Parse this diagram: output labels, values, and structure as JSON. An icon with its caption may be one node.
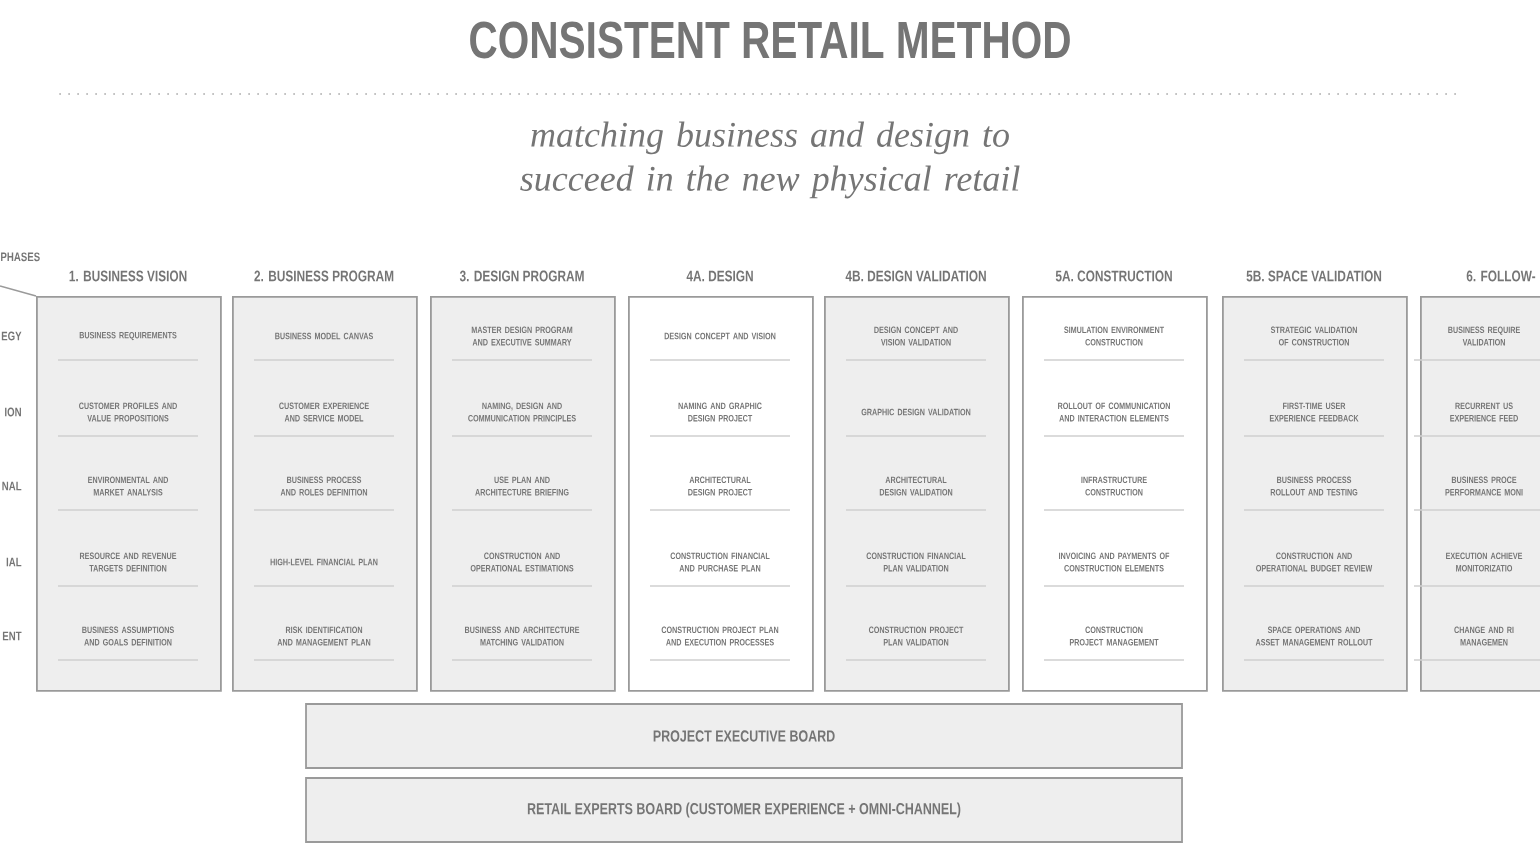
{
  "diagram": {
    "title": "CONSISTENT RETAIL METHOD",
    "caption": "matching business and design to succeed in the new physical retail",
    "nodes": [
      {
        "text": [
          "1. BUSINESS VISION"
        ]
      },
      {
        "text": [
          "BUSINESS REQUIREMENTS"
        ],
        "in": 0
      },
      {
        "text": [
          "CUSTOMER PROFILES AND VALUE PROPOSITIONS"
        ],
        "in": 0
      },
      {
        "text": [
          "ENVIRONMENTAL AND MARKET ANALYSIS"
        ],
        "in": 0
      },
      {
        "text": [
          "RESOURCE AND REVENUE TARGETS DEFINITION"
        ],
        "in": 0
      },
      {
        "text": [
          "BUSINESS ASSUMPTIONS AND GOALS DEFINITION"
        ],
        "in": 0
      },
      {
        "text": [
          "2. BUSINESS PROGRAM"
        ]
      },
      {
        "text": [
          "BUSINESS MODEL CANVAS"
        ],
        "in": 6
      },
      {
        "text": [
          "CUSTOMER EXPERIENCE AND SERVICE MODEL"
        ],
        "in": 6
      },
      {
        "text": [
          "BUSINESS PROCESS AND ROLES DEFINITION"
        ],
        "in": 6
      },
      {
        "text": [
          "HIGH-LEVEL FINANCIAL PLAN"
        ],
        "in": 6
      },
      {
        "text": [
          "RISK IDENTIFICATION AND MANAGEMENT PLAN"
        ],
        "in": 6
      },
      {
        "text": [
          "3. DESIGN PROGRAM"
        ]
      },
      {
        "text": [
          "MASTER DESIGN PROGRAM AND EXECUTIVE SUMMARY"
        ],
        "in": 12
      },
      {
        "text": [
          "NAMING, DESIGN AND COMMUNICATION PRINCIPLES"
        ],
        "in": 12
      },
      {
        "text": [
          "USE PLAN AND ARCHITECTURE BRIEFING"
        ],
        "in": 12
      },
      {
        "text": [
          "CONSTRUCTION AND OPERATIONAL ESTIMATIONS"
        ],
        "in": 12
      },
      {
        "text": [
          "BUSINESS AND ARCHITECTURE MATCHING VALIDATION"
        ],
        "in": 12
      },
      {
        "text": [
          "4A. DESIGN"
        ]
      },
      {
        "text": [
          "DESIGN CONCEPT AND VISION"
        ],
        "in": 18
      },
      {
        "text": [
          "NAMING AND GRAPHIC DESIGN PROJECT"
        ],
        "in": 18
      },
      {
        "text": [
          "ARCHITECTURAL DESIGN PROJECT"
        ],
        "in": 18
      },
      {
        "text": [
          "CONSTRUCTION FINANCIAL AND PURCHASE PLAN"
        ],
        "in": 18
      },
      {
        "text": [
          "CONSTRUCTION PROJECT PLAN AND EXECUTION PROCESSES"
        ],
        "in": 18
      },
      {
        "text": [
          "4B. DESIGN VALIDATION"
        ]
      },
      {
        "text": [
          "DESIGN CONCEPT AND VISION VALIDATION"
        ],
        "in": 24
      },
      {
        "text": [
          "GRAPHIC DESIGN VALIDATION"
        ],
        "in": 24
      },
      {
        "text": [
          "ARCHITECTURAL DESIGN VALIDATION"
        ],
        "in": 24
      },
      {
        "text": [
          "CONSTRUCTION FINANCIAL PLAN VALIDATION"
        ],
        "in": 24
      },
      {
        "text": [
          "CONSTRUCTION PROJECT PLAN VALIDATION"
        ],
        "in": 24
      },
      {
        "text": [
          "5A. CONSTRUCTION"
        ]
      },
      {
        "text": [
          "SIMULATION ENVIRONMENT CONSTRUCTION"
        ],
        "in": 30
      },
      {
        "text": [
          "ROLLOUT OF COMMUNICATION AND INTERACTION ELEMENTS"
        ],
        "in": 30
      },
      {
        "text": [
          "INFRASTRUCTURE CONSTRUCTION"
        ],
        "in": 30
      },
      {
        "text": [
          "INVOICING AND PAYMENTS OF CONSTRUCTION ELEMENTS"
        ],
        "in": 30
      },
      {
        "text": [
          "CONSTRUCTION PROJECT MANAGEMENT"
        ],
        "in": 30
      },
      {
        "text": [
          "5B. SPACE VALIDATION"
        ]
      },
      {
        "text": [
          "STRATEGIC VALIDATION OF CONSTRUCTION"
        ],
        "in": 36
      },
      {
        "text": [
          "FIRST-TIME USER EXPERIENCE FEEDBACK"
        ],
        "in": 36
      },
      {
        "text": [
          "BUSINESS PROCESS ROLLOUT AND TESTING"
        ],
        "in": 36
      },
      {
        "text": [
          "CONSTRUCTION AND OPERATIONAL BUDGET REVIEW"
        ],
        "in": 36
      },
      {
        "text": [
          "SPACE OPERATIONS AND ASSET MANAGEMENT ROLLOUT"
        ],
        "in": 36
      },
      {
        "text": [
          "6. FOLLOW-"
        ]
      },
      {
        "text": [
          "BUSINESS REQUIRE VALIDATION"
        ],
        "in": 42
      },
      {
        "text": [
          "RECURRENT US EXPERIENCE FEED"
        ],
        "in": 42
      },
      {
        "text": [
          "BUSINESS PROCE PERFORMANCE MONI"
        ],
        "in": 42
      },
      {
        "text": [
          "EXECUTION ACHIEVE MONITORIZATIO"
        ],
        "in": 42
      },
      {
        "text": [
          "CHANGE AND RI MANAGEMEN"
        ],
        "in": 42
      },
      {
        "text": [
          "PROJECT EXECUTIVE BOARD"
        ]
      },
      {
        "text": [
          "RETAIL EXPERTS BOARD (CUSTOMER EXPERIENCE + OMNI-CHANNEL)"
        ]
      }
    ],
    "labels": [
      "PHASES",
      "EGY",
      "ION",
      "NAL",
      "IAL",
      "ENT"
    ]
  }
}
